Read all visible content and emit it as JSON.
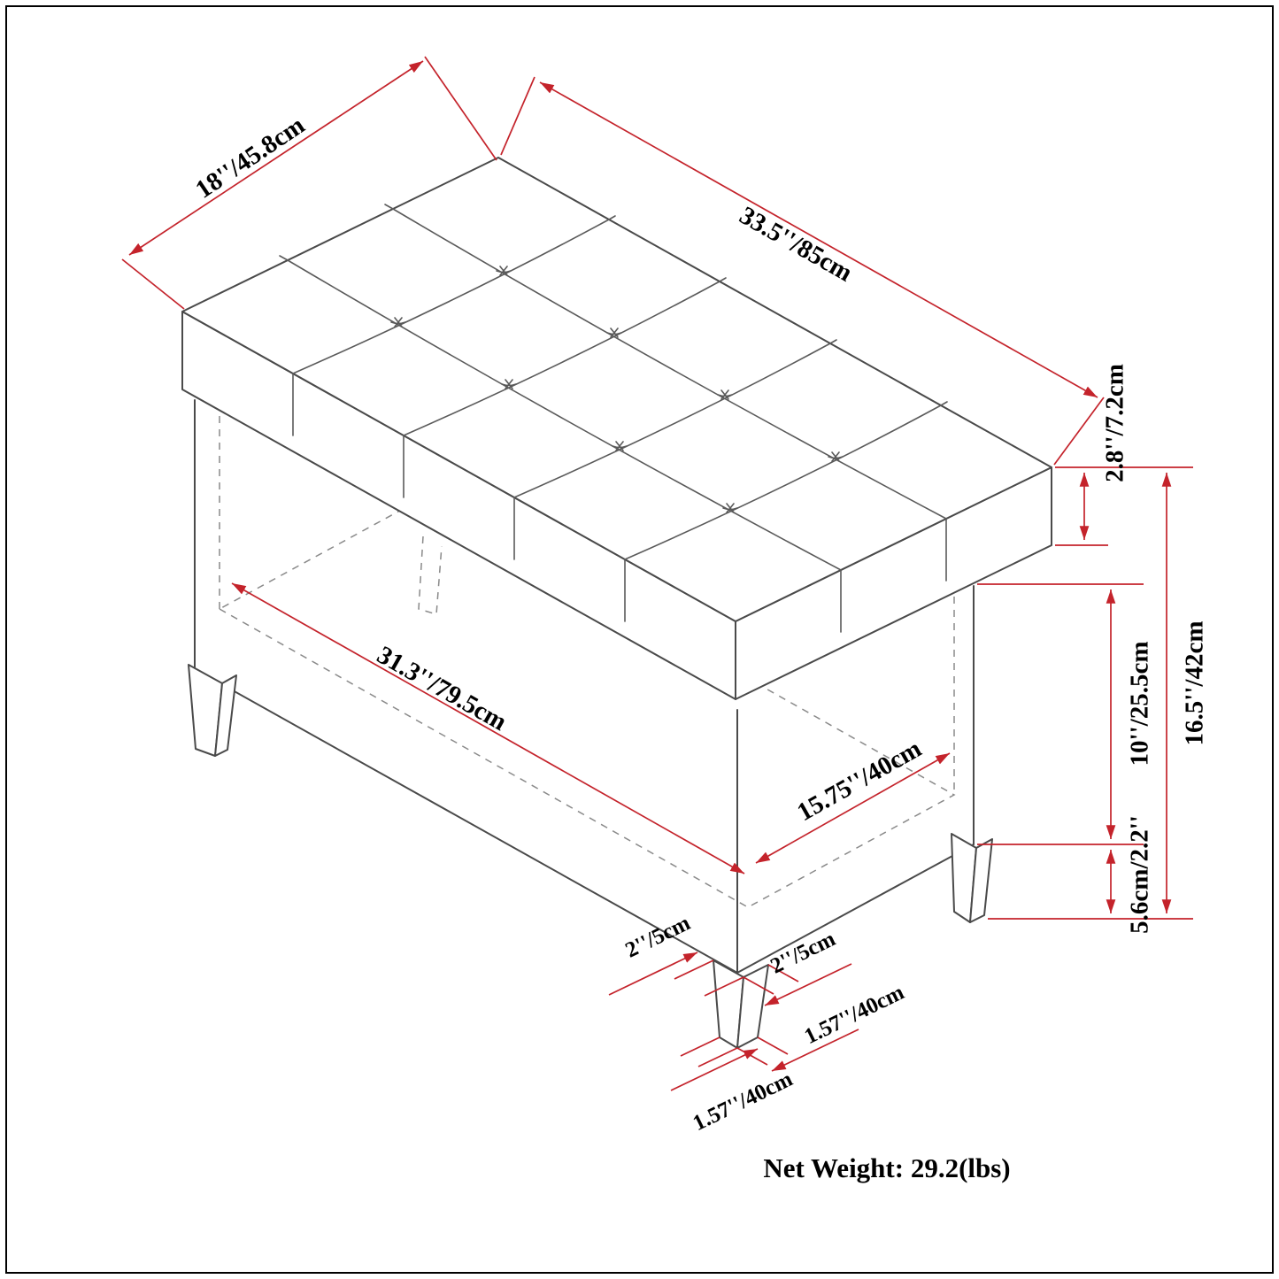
{
  "diagram": {
    "type": "product-dimension-drawing",
    "subject": "tufted storage ottoman bench",
    "colors": {
      "dimension_red": "#c4232b",
      "outline_gray": "#4a4a4a",
      "hidden_gray": "#8a8a8a",
      "text_black": "#000000",
      "background": "#ffffff",
      "border": "#000000"
    },
    "labels": {
      "top_depth": "18''/45.8cm",
      "top_width": "33.5''/85cm",
      "lid_height": "2.8''/7.2cm",
      "box_height": "10''/25.5cm",
      "total_height": "16.5''/42cm",
      "leg_height": "5.6cm/2.2''",
      "inner_length": "31.3''/79.5cm",
      "inner_width": "15.75''/40cm",
      "leg_top_width_left": "2''/5cm",
      "leg_top_width_right": "2''/5cm",
      "leg_bottom_width_right": "1.57''/40cm",
      "leg_bottom_width_left": "1.57''/40cm"
    },
    "footer": {
      "net_weight": "Net Weight: 29.2(lbs)"
    }
  }
}
